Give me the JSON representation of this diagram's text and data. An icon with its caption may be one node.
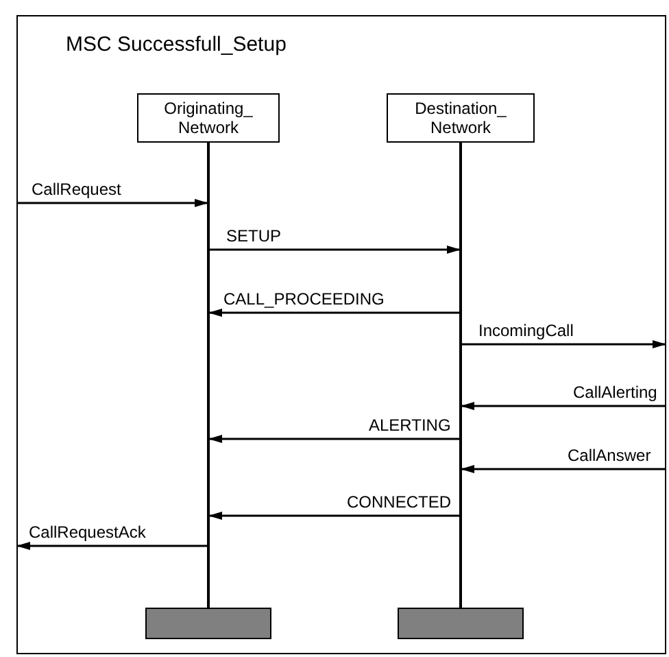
{
  "diagram": {
    "nodes": [
      {
        "text": [
          "MSC Successfull_Setup"
        ]
      },
      {
        "text": [
          "Originating_ Network"
        ],
        "in": 0
      },
      {
        "text": [
          "Destination_ Network"
        ],
        "in": 0
      },
      {
        "text": [],
        "shape": "bar",
        "in": 0
      },
      {
        "text": [],
        "shape": "bar",
        "in": 0
      }
    ],
    "edges": [
      {
        "from": 0,
        "to": 1,
        "arrow": "to",
        "label": "CallRequest"
      },
      {
        "from": 1,
        "to": 2,
        "arrow": "to",
        "label": "SETUP"
      },
      {
        "from": 2,
        "to": 1,
        "arrow": "to",
        "label": "CALL_PROCEEDING"
      },
      {
        "from": 2,
        "to": 0,
        "arrow": "to",
        "label": "IncomingCall"
      },
      {
        "from": 0,
        "to": 2,
        "arrow": "to",
        "label": "CallAlerting"
      },
      {
        "from": 2,
        "to": 1,
        "arrow": "to",
        "label": "ALERTING"
      },
      {
        "from": 0,
        "to": 2,
        "arrow": "to",
        "label": "CallAnswer"
      },
      {
        "from": 2,
        "to": 1,
        "arrow": "to",
        "label": "CONNECTED"
      },
      {
        "from": 1,
        "to": 0,
        "arrow": "to",
        "label": "CallRequestAck"
      }
    ]
  }
}
